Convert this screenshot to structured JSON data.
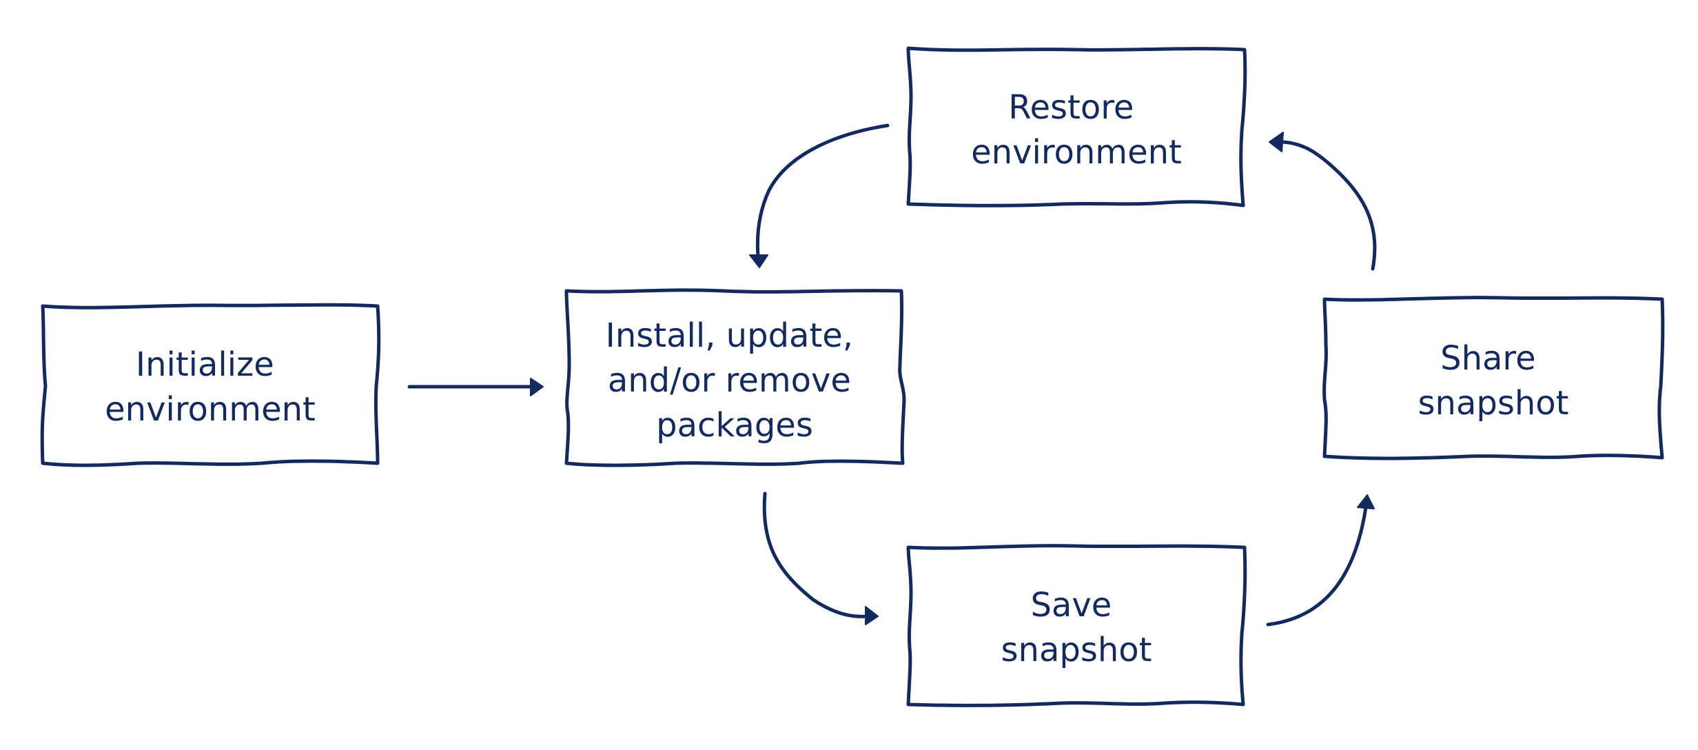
{
  "colors": {
    "ink": "#142a5e",
    "background": "#ffffff"
  },
  "nodes": [
    {
      "id": "initialize",
      "lines": [
        "Initialize",
        "environment"
      ]
    },
    {
      "id": "install",
      "lines": [
        "Install, update,",
        "and/or remove",
        "packages"
      ]
    },
    {
      "id": "restore",
      "lines": [
        "Restore",
        "environment"
      ]
    },
    {
      "id": "save",
      "lines": [
        "Save",
        "snapshot"
      ]
    },
    {
      "id": "share",
      "lines": [
        "Share",
        "snapshot"
      ]
    }
  ],
  "edges": [
    {
      "from": "initialize",
      "to": "install"
    },
    {
      "from": "restore",
      "to": "install"
    },
    {
      "from": "install",
      "to": "save"
    },
    {
      "from": "save",
      "to": "share"
    },
    {
      "from": "share",
      "to": "restore"
    }
  ]
}
